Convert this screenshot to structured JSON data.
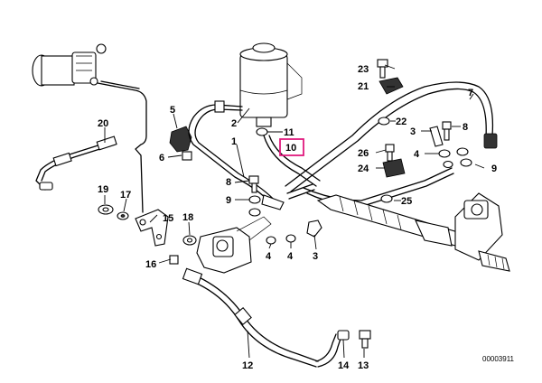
{
  "diagram": {
    "highlight_color": "#e0197d",
    "doc_number": "00003911",
    "labels": {
      "p1": "1",
      "p2": "2",
      "p3a": "3",
      "p3b": "3",
      "p4a": "4",
      "p4b": "4",
      "p4c": "4",
      "p5": "5",
      "p6": "6",
      "p7": "7",
      "p8a": "8",
      "p8b": "8",
      "p9a": "9",
      "p9b": "9",
      "p10": "10",
      "p11": "11",
      "p12": "12",
      "p13": "13",
      "p14": "14",
      "p15": "15",
      "p16": "16",
      "p17": "17",
      "p18": "18",
      "p19": "19",
      "p20": "20",
      "p21": "21",
      "p22": "22",
      "p23": "23",
      "p24": "24",
      "p25": "25",
      "p26": "26"
    }
  }
}
